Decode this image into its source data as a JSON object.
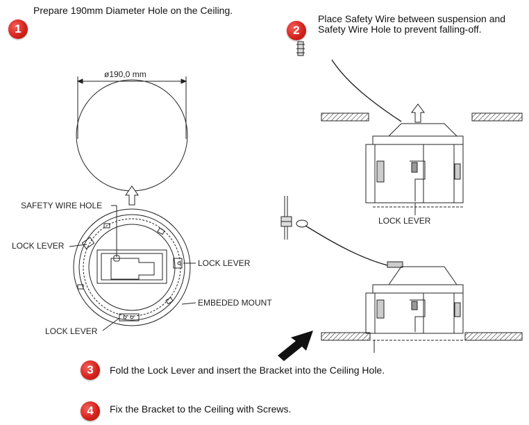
{
  "steps": [
    {
      "number": "1",
      "text": "Prepare 190mm Diameter Hole on the Ceiling."
    },
    {
      "number": "2",
      "text": "Place Safety Wire between suspension and Safety Wire Hole to prevent falling-off."
    },
    {
      "number": "3",
      "text": "Fold the Lock Lever and insert the Bracket into the Ceiling Hole."
    },
    {
      "number": "4",
      "text": "Fix the Bracket to the Ceiling with Screws."
    }
  ],
  "labels": {
    "diameter": "ø190,0 mm",
    "safety_wire_hole": "SAFETY WIRE HOLE",
    "lock_lever_left": "LOCK LEVER",
    "lock_lever_right": "LOCK LEVER",
    "lock_lever_bottom": "LOCK LEVER",
    "embeded_mount": "EMBEDED MOUNT",
    "lock_lever_top_fig": "LOCK LEVER"
  },
  "colors": {
    "badge": "#d6231c",
    "line": "#222222"
  }
}
